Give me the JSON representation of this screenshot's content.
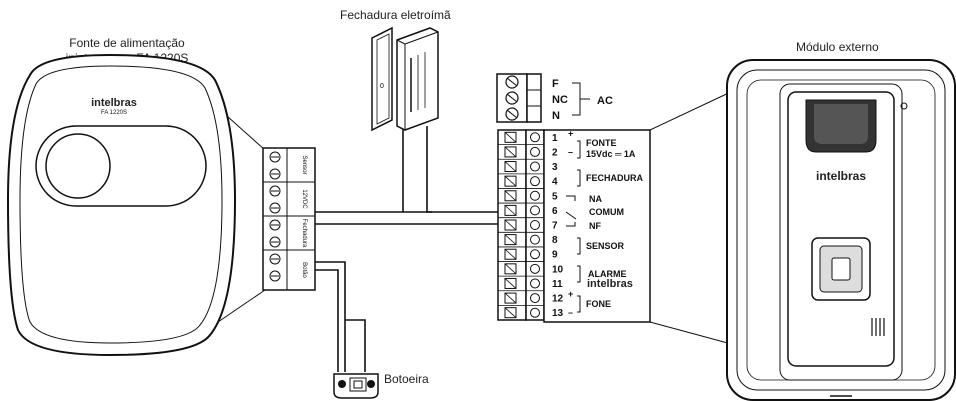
{
  "labels": {
    "psu_title": "Fonte de alimentação\nininterrupta - FA 1220S",
    "lock_title": "Fechadura eletroímã",
    "module_title": "Módulo externo",
    "button_title": "Botoeira"
  },
  "psu": {
    "brand": "intelbras",
    "model": "FA 1220S",
    "terminals": [
      "Sensor",
      "12VDC",
      "Fechadura",
      "Botão"
    ]
  },
  "lock": {
    "mark": "0"
  },
  "ac_block": {
    "pins": [
      "F",
      "NC",
      "N"
    ],
    "label": "AC"
  },
  "terminal_block": {
    "rows": [
      {
        "num": "1",
        "sign": "+"
      },
      {
        "num": "2",
        "sign": "–"
      },
      {
        "num": "3",
        "sign": ""
      },
      {
        "num": "4",
        "sign": ""
      },
      {
        "num": "5",
        "sign": ""
      },
      {
        "num": "6",
        "sign": ""
      },
      {
        "num": "7",
        "sign": ""
      },
      {
        "num": "8",
        "sign": ""
      },
      {
        "num": "9",
        "sign": ""
      },
      {
        "num": "10",
        "sign": ""
      },
      {
        "num": "11",
        "sign": ""
      },
      {
        "num": "12",
        "sign": "+"
      },
      {
        "num": "13",
        "sign": "–"
      }
    ],
    "fonte_label": "FONTE",
    "fonte_spec": "15Vdc ═ 1A",
    "fechadura_label": "FECHADURA",
    "na_label": "NA",
    "comum_label": "COMUM",
    "nf_label": "NF",
    "sensor_label": "SENSOR",
    "alarme_label": "ALARME",
    "fone_label": "FONE",
    "brand": "intelbras"
  },
  "module": {
    "brand": "intelbras"
  }
}
